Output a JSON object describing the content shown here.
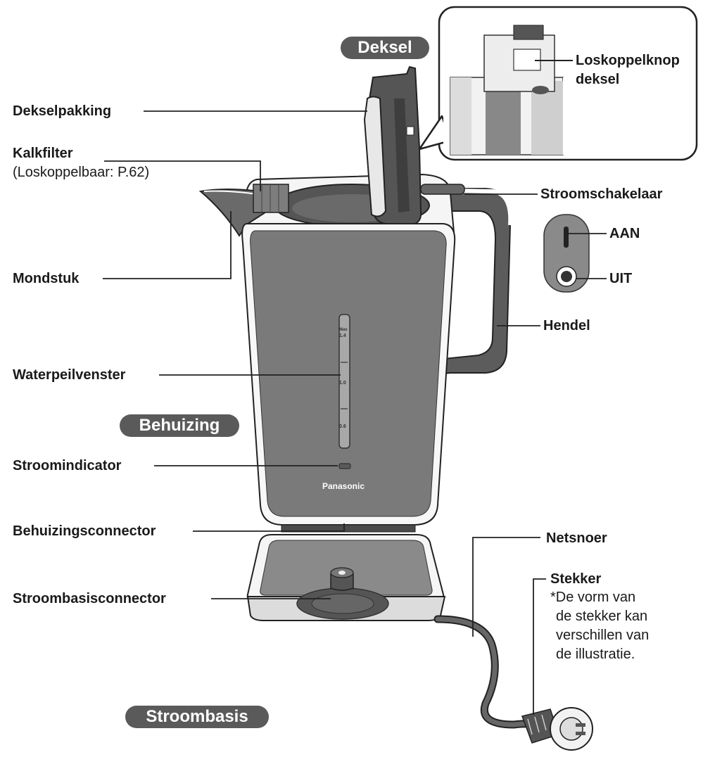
{
  "section_labels": {
    "lid": "Deksel",
    "body": "Behuizing",
    "base": "Stroombasis"
  },
  "parts": {
    "lid_gasket": "Dekselpakking",
    "scale_filter": "Kalkfilter",
    "scale_filter_note": "(Loskoppelbaar: P.62)",
    "spout": "Mondstuk",
    "water_level_window": "Waterpeilvenster",
    "power_indicator": "Stroomindicator",
    "body_connector": "Behuizingsconnector",
    "base_connector": "Stroombasisconnector",
    "lid_release_line1": "Loskoppelknop",
    "lid_release_line2": "deksel",
    "power_switch": "Stroomschakelaar",
    "switch_on": "AAN",
    "switch_off": "UIT",
    "handle": "Hendel",
    "power_cord": "Netsnoer",
    "plug": "Stekker",
    "plug_note_line1": "*De vorm van",
    "plug_note_line2": "de stekker kan",
    "plug_note_line3": "verschillen van",
    "plug_note_line4": "de illustratie."
  },
  "product": {
    "brand": "Panasonic",
    "scale_max": "Max",
    "scale_1_4": "1.4",
    "scale_1_0": "1.0",
    "scale_0_6": "0.6"
  },
  "colors": {
    "body_grey": "#7a7a7a",
    "dark_grey": "#4a4a4a",
    "light_grey": "#d9d9d9",
    "line": "#222222",
    "pill_bg": "#5a5a5a"
  }
}
